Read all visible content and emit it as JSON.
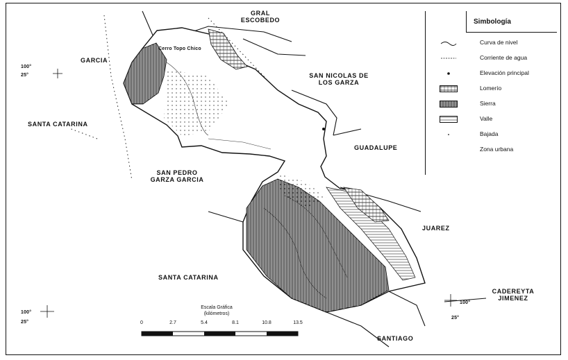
{
  "map": {
    "regions": {
      "gral_escobedo": "GRAL ESCOBEDO",
      "garcia": "GARCIA",
      "san_nicolas": "SAN NICOLAS DE LOS GARZA",
      "santa_catarina_north": "SANTA CATARINA",
      "san_pedro": "SAN PEDRO GARZA GARCIA",
      "guadalupe": "GUADALUPE",
      "juarez": "JUAREZ",
      "santa_catarina_south": "SANTA CATARINA",
      "cadereyta": "CADEREYTA JIMENEZ",
      "santiago": "SANTIAGO"
    },
    "features": {
      "cerro_topo_chico": "Cerro Topo Chico"
    },
    "coords": {
      "nw_lon": "100°",
      "nw_lat": "25°",
      "sw_lon": "100°",
      "sw_lat": "25°",
      "se_lon": "100°",
      "se_lat": "25°"
    }
  },
  "legend": {
    "title": "Simbología",
    "items": [
      {
        "label": "Curva de nivel",
        "symbol": "contour"
      },
      {
        "label": "Corriente de agua",
        "symbol": "stream"
      },
      {
        "label": "Elevación principal",
        "symbol": "peak"
      },
      {
        "label": "Lomerío",
        "symbol": "hatch-hills"
      },
      {
        "label": "Sierra",
        "symbol": "hatch-sierra"
      },
      {
        "label": "Valle",
        "symbol": "hatch-valley"
      },
      {
        "label": "Bajada",
        "symbol": "dot"
      },
      {
        "label": "Zona urbana",
        "symbol": "none"
      }
    ]
  },
  "scale": {
    "title": "Escala Gráfica",
    "unit": "(kilómetros)",
    "ticks": [
      "0",
      "2.7",
      "5.4",
      "8.1",
      "10.8",
      "13.5"
    ]
  }
}
